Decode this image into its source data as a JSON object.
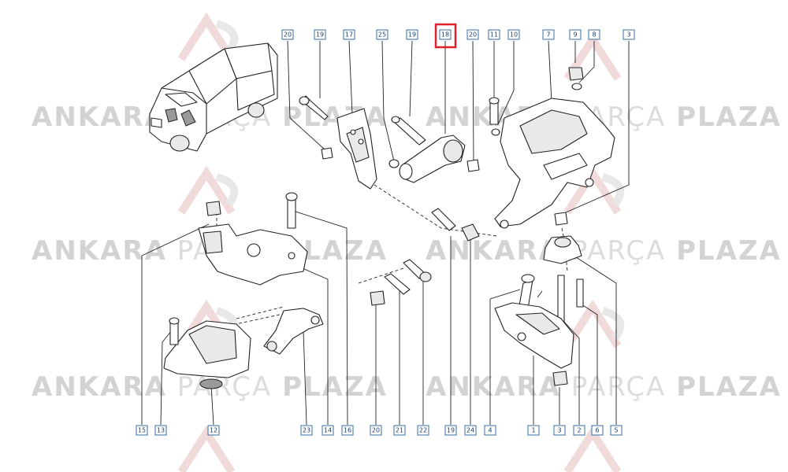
{
  "watermark": {
    "brand_bold_1": "ANKARA",
    "brand_light": "PARÇA",
    "brand_bold_2": "PLAZA"
  },
  "colors": {
    "callout_border": "#3a6ea5",
    "callout_text": "#1a3f6d",
    "highlight": "#e0202a",
    "watermark_logo_red": "#f0d6d6",
    "watermark_text": "#d3d3d3"
  },
  "top_callouts": [
    "20",
    "19",
    "17",
    "25",
    "19",
    "18",
    "20",
    "11",
    "10",
    "7",
    "9",
    "8",
    "3"
  ],
  "bottom_callouts": [
    "15",
    "13",
    "12",
    "23",
    "14",
    "16",
    "20",
    "21",
    "22",
    "19",
    "24",
    "4",
    "1",
    "3",
    "2",
    "6",
    "5"
  ],
  "highlighted_callout": "18"
}
